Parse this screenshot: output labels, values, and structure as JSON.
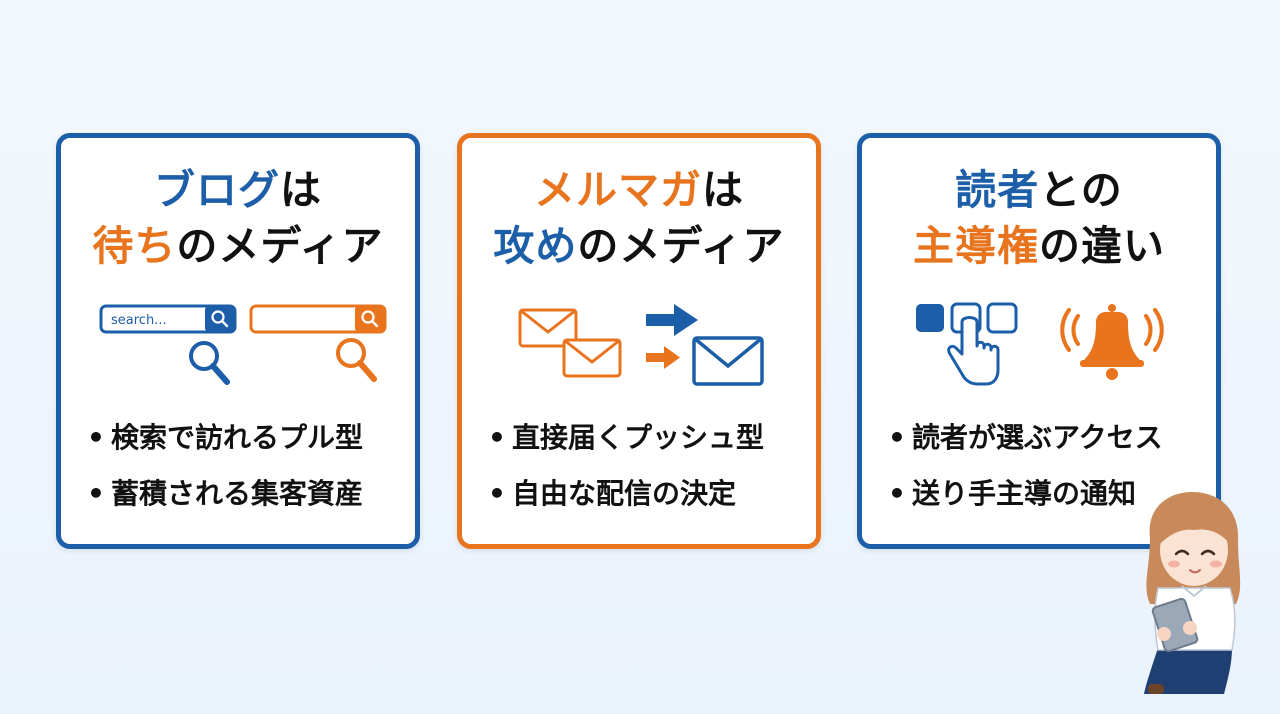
{
  "colors": {
    "blue": "#1c5ea8",
    "orange": "#e8741e",
    "text": "#111111"
  },
  "cards": [
    {
      "title_line1": [
        {
          "text": "ブログ",
          "color": "blue"
        },
        {
          "text": "は",
          "color": "dark"
        }
      ],
      "title_line2": [
        {
          "text": "待ち",
          "color": "orange"
        },
        {
          "text": "のメディア",
          "color": "dark"
        }
      ],
      "illustration": {
        "icons": [
          "search-bar-icon",
          "magnifier-icon"
        ],
        "search_placeholder": "search..."
      },
      "bullets": [
        "検索で訪れるプル型",
        "蓄積される集客資産"
      ]
    },
    {
      "title_line1": [
        {
          "text": "メルマガ",
          "color": "orange"
        },
        {
          "text": "は",
          "color": "dark"
        }
      ],
      "title_line2": [
        {
          "text": "攻め",
          "color": "blue"
        },
        {
          "text": "のメディア",
          "color": "dark"
        }
      ],
      "illustration": {
        "icons": [
          "envelope-icon",
          "arrow-right-icon"
        ]
      },
      "bullets": [
        "直接届くプッシュ型",
        "自由な配信の決定"
      ]
    },
    {
      "title_line1": [
        {
          "text": "読者",
          "color": "blue"
        },
        {
          "text": "との",
          "color": "dark"
        }
      ],
      "title_line2": [
        {
          "text": "主導権",
          "color": "orange"
        },
        {
          "text": "の違い",
          "color": "dark"
        }
      ],
      "illustration": {
        "icons": [
          "tap-hand-icon",
          "bell-icon"
        ]
      },
      "bullets": [
        "読者が選ぶアクセス",
        "送り手主導の通知"
      ]
    }
  ],
  "bullet_mark": "•"
}
